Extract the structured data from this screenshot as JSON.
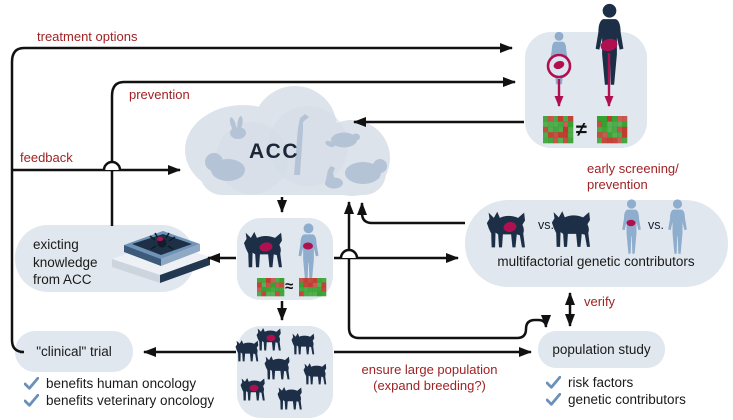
{
  "palette": {
    "red_label": "#a02225",
    "line": "#111111",
    "box_fill": "#e1e7ee",
    "dark_figure": "#1d2f47",
    "light_figure": "#8fadcc",
    "tumor": "#b0104f",
    "check": "#6991bb",
    "grid_green": "#33a02c",
    "grid_red": "#c0392b",
    "cloud": "#dde3eb",
    "cloud_animals": "#b4c3d6",
    "text_dark": "#1a1a1a"
  },
  "labels": {
    "treatment_options": "treatment options",
    "prevention": "prevention",
    "feedback": "feedback",
    "verify": "verify",
    "early_screening": {
      "line1": "early screening/",
      "line2": "prevention"
    },
    "ensure_population": {
      "line1": "ensure large population",
      "line2": "(expand breeding?)"
    }
  },
  "cloud": {
    "title": "ACC"
  },
  "knowledge_box": {
    "lines": [
      "exicting",
      "knowledge",
      "from ACC"
    ]
  },
  "clinical_box": {
    "label": "\"clinical\" trial",
    "checks": [
      "benefits human oncology",
      "benefits veterinary oncology"
    ]
  },
  "population_box": {
    "label": "population study",
    "checks": [
      "risk factors",
      "genetic contributors"
    ]
  },
  "multifactorial_box": {
    "label": "multifactorial genetic contributors",
    "vs_dogs": "vs.",
    "vs_humans": "vs."
  },
  "comparison": {
    "not_equal": "≠",
    "approx": "≈"
  }
}
